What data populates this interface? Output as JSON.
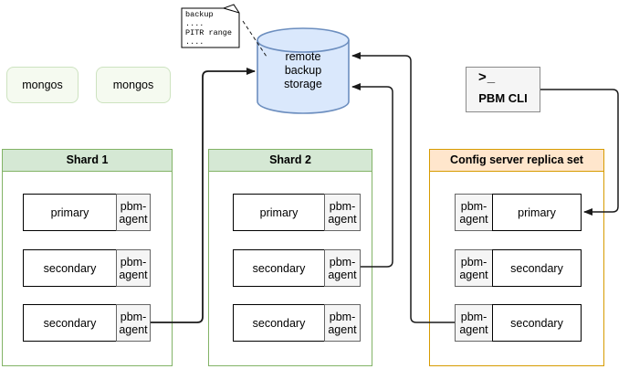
{
  "mongos": [
    {
      "label": "mongos"
    },
    {
      "label": "mongos"
    }
  ],
  "note": {
    "lines": [
      "backup",
      "....",
      "PITR range",
      "...."
    ]
  },
  "storage": {
    "lines": [
      "remote",
      "backup",
      "storage"
    ]
  },
  "pbm_cli": {
    "prompt_icon": ">_",
    "label": "PBM CLI"
  },
  "clusters": [
    {
      "title": "Shard 1",
      "rows": [
        {
          "node": "primary",
          "agent": "pbm-agent"
        },
        {
          "node": "secondary",
          "agent": "pbm-agent"
        },
        {
          "node": "secondary",
          "agent": "pbm-agent"
        }
      ]
    },
    {
      "title": "Shard 2",
      "rows": [
        {
          "node": "primary",
          "agent": "pbm-agent"
        },
        {
          "node": "secondary",
          "agent": "pbm-agent"
        },
        {
          "node": "secondary",
          "agent": "pbm-agent"
        }
      ]
    },
    {
      "title": "Config server replica set",
      "rows": [
        {
          "node": "primary",
          "agent": "pbm-agent"
        },
        {
          "node": "secondary",
          "agent": "pbm-agent"
        },
        {
          "node": "secondary",
          "agent": "pbm-agent"
        }
      ]
    }
  ],
  "colors": {
    "shard_header_fill": "#d5e8d4",
    "shard_border": "#82b366",
    "config_header_fill": "#ffe6cc",
    "config_border": "#d79b00",
    "storage_fill": "#dae8fc",
    "storage_border": "#6c8ebf",
    "agent_fill": "#f5f5f5",
    "agent_border": "#666666",
    "mongos_fill": "#f5faf0",
    "mongos_border": "#cde3c0",
    "connector": "#1a1a1a"
  }
}
